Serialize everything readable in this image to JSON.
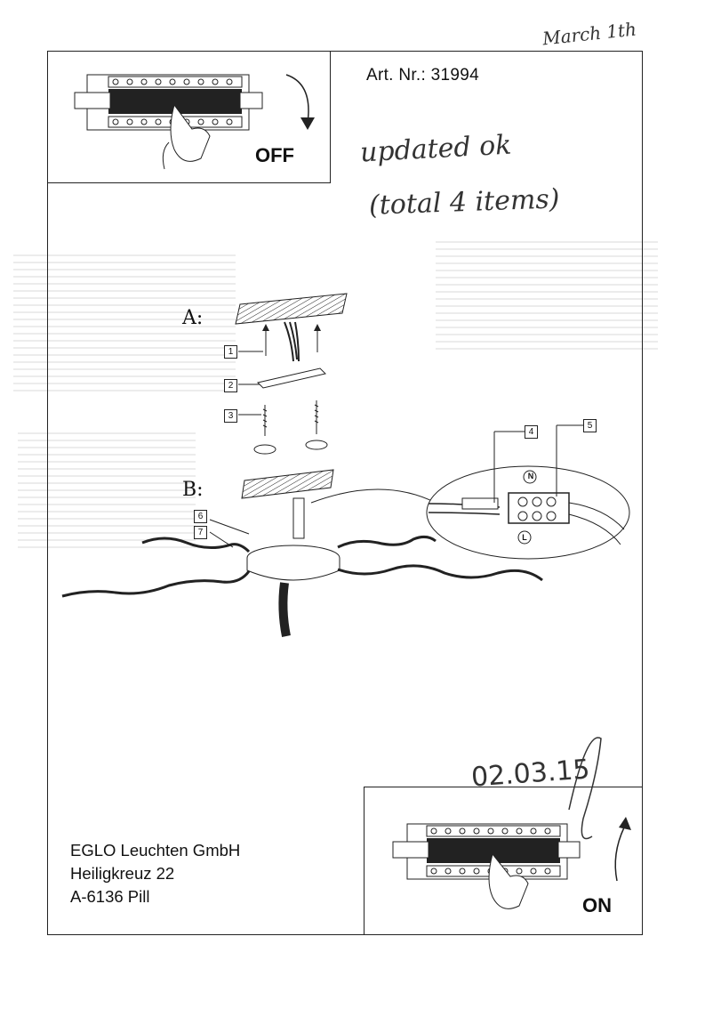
{
  "header": {
    "handwritten_date": "March 1th",
    "article_number": "Art. Nr.: 31994"
  },
  "switch_off": {
    "label": "OFF"
  },
  "switch_on": {
    "label": "ON"
  },
  "handwritten_note": {
    "line1": "updated ok",
    "line2": "(total 4 items)"
  },
  "diagram": {
    "section_a": "A:",
    "section_b": "B:",
    "callouts": [
      "1",
      "2",
      "3",
      "4",
      "5",
      "6",
      "7"
    ],
    "terminal_n": "N",
    "terminal_l": "L"
  },
  "signature": {
    "date": "02.03.15"
  },
  "company": {
    "name": "EGLO Leuchten GmbH",
    "street": "Heiligkreuz 22",
    "city": "A-6136 Pill"
  }
}
